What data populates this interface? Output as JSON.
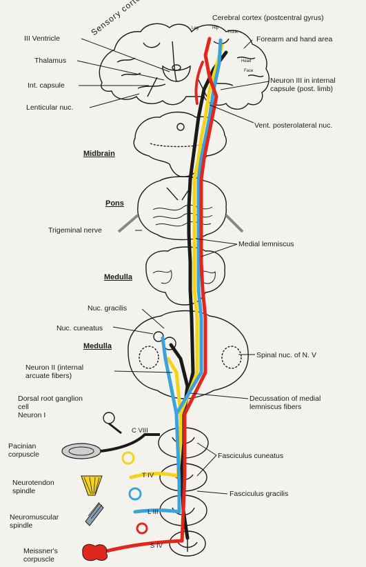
{
  "colors": {
    "red": "#e0271e",
    "yellow": "#f5d31a",
    "blue": "#3aa3dc",
    "black": "#1a1a1a",
    "paper": "#f4f2ec"
  },
  "labels": {
    "sensory_cortex": "Sensory cortex",
    "cerebral_cortex": "Cerebral cortex (postcentral gyrus)",
    "third_ventricle": "III Ventricle",
    "forearm_hand": "Forearm and hand area",
    "thalamus": "Thalamus",
    "int_capsule": "Int. capsule",
    "neuron_iii": "Neuron III in internal\ncapsule (post. limb)",
    "lenticular": "Lenticular nuc.",
    "vpl": "Vent. posterolateral nuc.",
    "leg": "Leg",
    "hip": "Hip",
    "trunk": "Trunk",
    "head": "Head",
    "face": "Face",
    "trigeminal": "Trigeminal nerve",
    "medial_lemniscus": "Medial lemniscus",
    "nuc_gracilis": "Nuc. gracilis",
    "nuc_cuneatus": "Nuc. cuneatus",
    "neuron_ii": "Neuron II (internal\narcuate fibers)",
    "spinal_nuc": "Spinal nuc. of N. V",
    "drg": "Dorsal root ganglion\ncell\nNeuron I",
    "decussation": "Decussation of medial\nlemniscus fibers",
    "pacinian": "Pacinian\ncorpuscle",
    "fasc_cuneatus": "Fasciculus cuneatus",
    "neurotendon": "Neurotendon\nspindle",
    "fasc_gracilis": "Fasciculus gracilis",
    "neuromuscular": "Neuromuscular\nspindle",
    "meissner": "Meissner's\ncorpuscle"
  },
  "headings": {
    "midbrain": "Midbrain",
    "pons": "Pons",
    "medulla_upper": "Medulla",
    "medulla_lower": "Medulla"
  },
  "levels": {
    "c8": "C VIII",
    "t4": "T IV",
    "l3": "L III",
    "s4": "S IV"
  }
}
